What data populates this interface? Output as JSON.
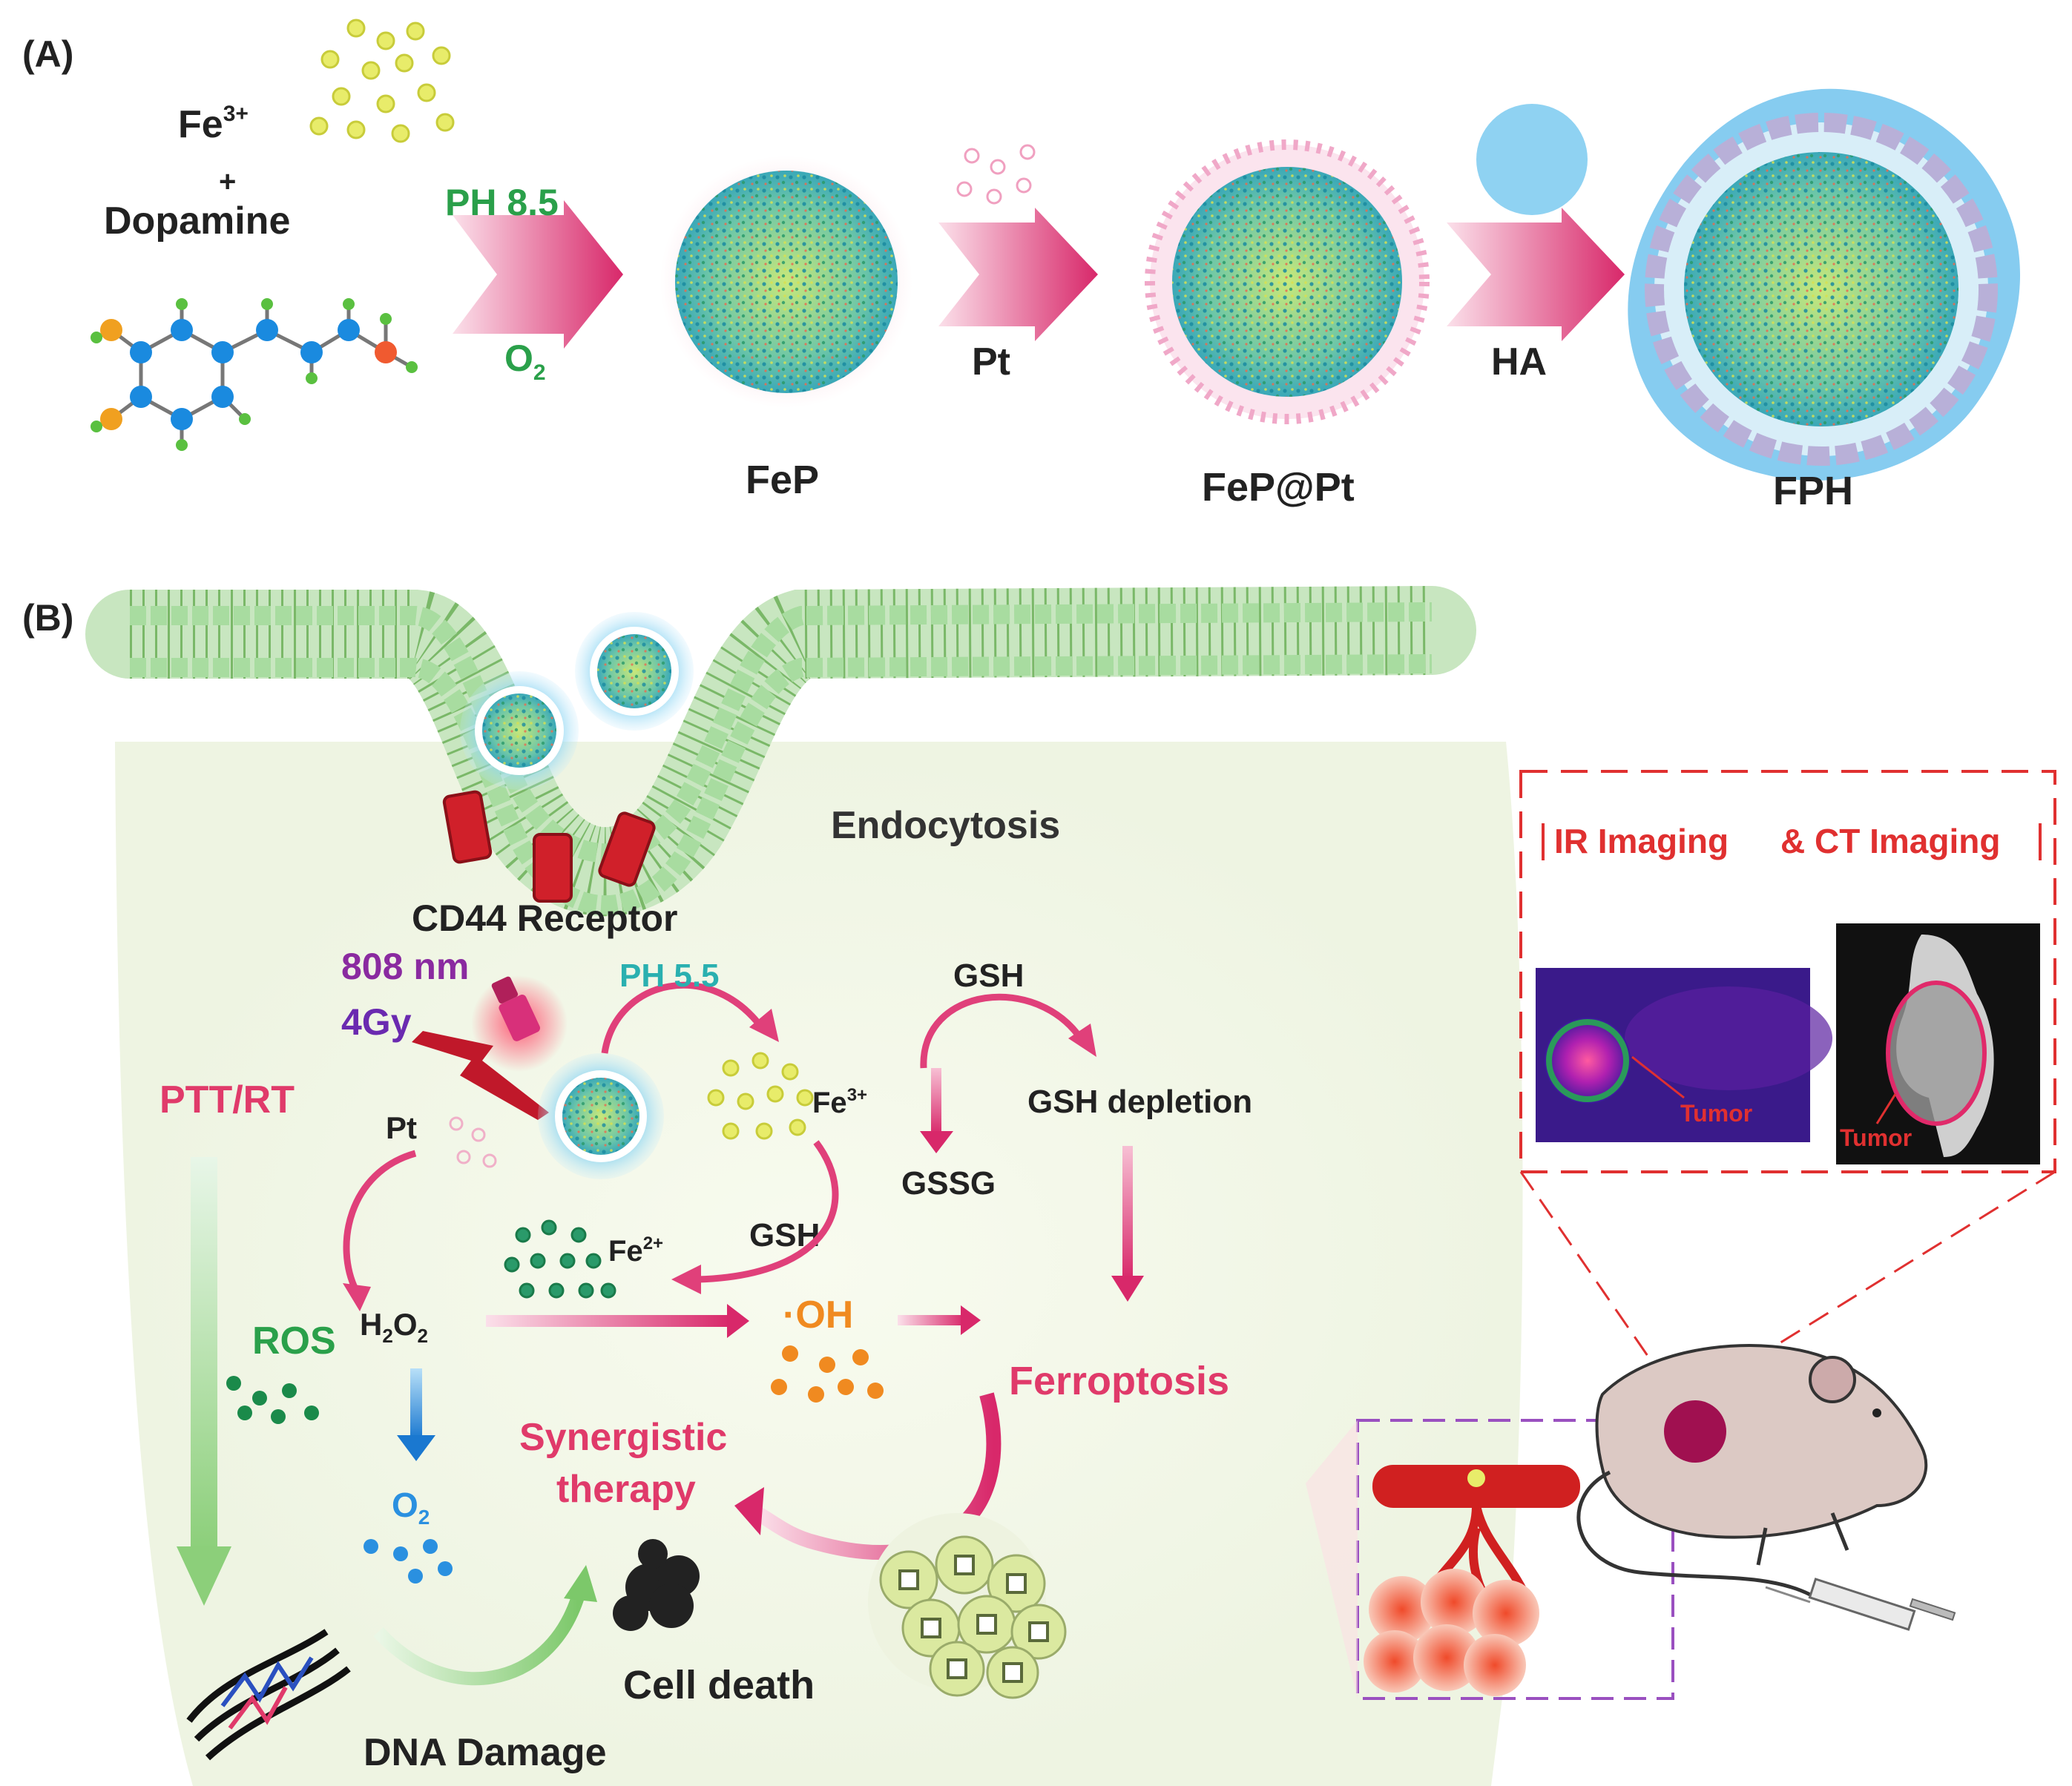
{
  "panel_a": {
    "label": "(A)",
    "reactant_ion": "Fe",
    "reactant_ion_charge": "3+",
    "plus_sign": "+",
    "reactant_molecule": "Dopamine",
    "step1_top": "PH 8.5",
    "step1_bottom": "O",
    "step1_bottom_sub": "2",
    "step2": "Pt",
    "step3": "HA",
    "product1": "FeP",
    "product2": "FeP@Pt",
    "product3": "FPH"
  },
  "panel_b": {
    "label": "(B)",
    "endocytosis": "Endocytosis",
    "cd44": "CD44 Receptor",
    "laser": "808 nm",
    "dose": "4Gy",
    "ph55": "PH 5.5",
    "gsh_top": "GSH",
    "fe3": "Fe",
    "fe3_charge": "3+",
    "gsh_depletion": "GSH depletion",
    "ptt_rt": "PTT/RT",
    "pt": "Pt",
    "gssg": "GSSG",
    "gsh_mid": "GSH",
    "fe2": "Fe",
    "fe2_charge": "2+",
    "ros": "ROS",
    "h2o2_a": "H",
    "h2o2_sub1": "2",
    "h2o2_b": "O",
    "h2o2_sub2": "2",
    "oh": "·OH",
    "ferroptosis": "Ferroptosis",
    "synergistic_1": "Synergistic",
    "synergistic_2": "therapy",
    "o2": "O",
    "o2_sub": "2",
    "cell_death": "Cell death",
    "dna_damage": "DNA Damage"
  },
  "imaging": {
    "title_ir": "IR Imaging",
    "title_ct": "& CT  Imaging",
    "tumor_ir": "Tumor",
    "tumor_ct": "Tumor"
  },
  "colors": {
    "arrow_pink": "#e0407a",
    "label_green": "#2aa04a",
    "label_pink": "#e03a6a",
    "label_purple": "#8a2aa0",
    "teal": "#2ab0b0",
    "orange": "#f08a20",
    "blue": "#2a90e0",
    "imaging_red": "#e03030",
    "inset_purple": "#9a50c0"
  }
}
